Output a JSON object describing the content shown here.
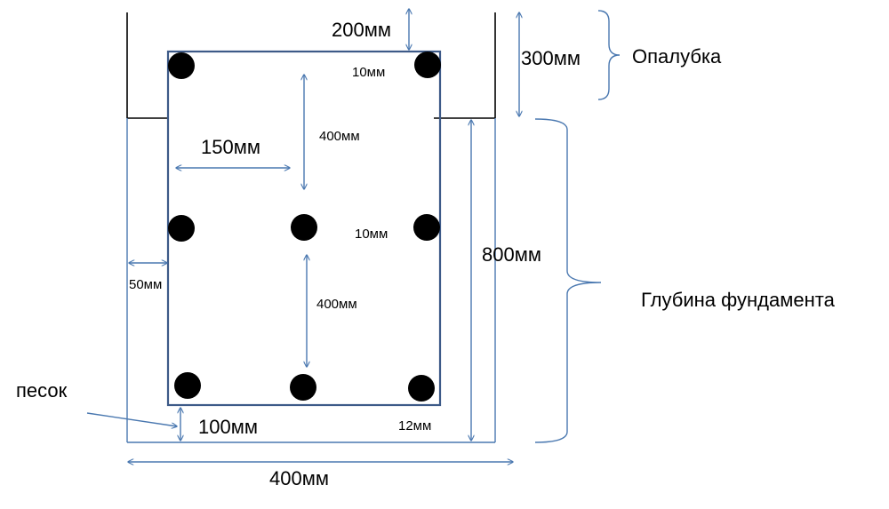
{
  "labels": {
    "dim_200": "200мм",
    "dim_300": "300мм",
    "formwork": "Опалубка",
    "cover_top": "10мм",
    "dim_150": "150мм",
    "dim_400_upper": "400мм",
    "cover_mid": "10мм",
    "dim_800": "800мм",
    "dim_50": "50мм",
    "depth": "Глубина фундамента",
    "dim_400_lower": "400мм",
    "sand": "песок",
    "dim_100": "100мм",
    "dim_12": "12мм",
    "dim_400_width": "400мм"
  },
  "colors": {
    "dimension": "#4a78b0",
    "cage": "#3d5a88",
    "rebar": "#000000",
    "formwork": "#000000"
  }
}
